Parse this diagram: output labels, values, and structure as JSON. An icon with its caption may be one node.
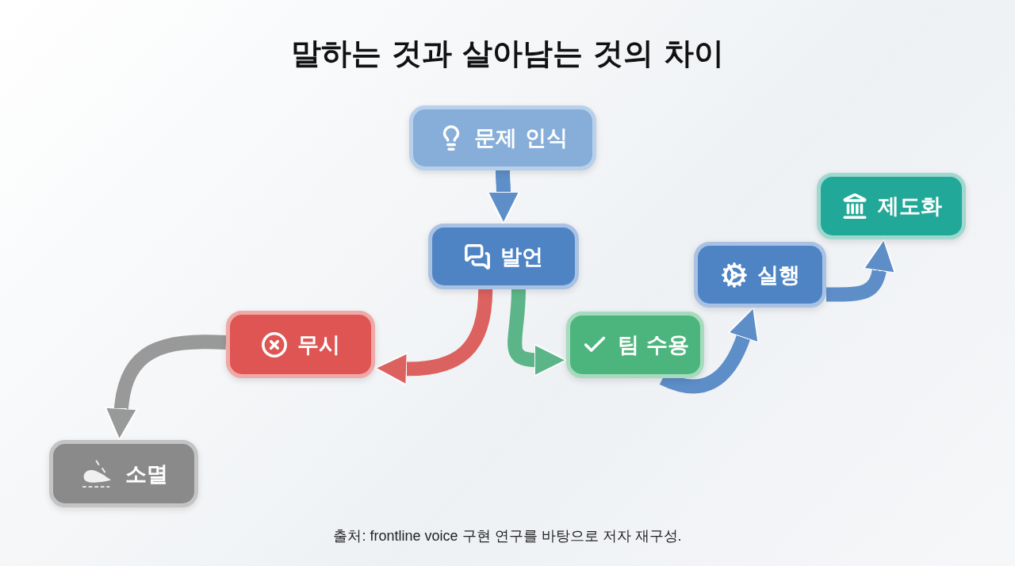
{
  "diagram": {
    "title": "말하는 것과 살아남는 것의 차이",
    "caption": "출처: frontline voice 구현 연구를 바탕으로 저자 재구성.",
    "nodes": [
      {
        "text": [
          "문제 인식"
        ]
      },
      {
        "text": [
          "발언"
        ]
      },
      {
        "text": [
          "무시"
        ]
      },
      {
        "text": [
          "팀 수용"
        ]
      },
      {
        "text": [
          "실행"
        ]
      },
      {
        "text": [
          "제도화"
        ]
      },
      {
        "text": [
          "소멸"
        ]
      }
    ],
    "edges": [
      {
        "from": 0,
        "to": 1,
        "arrow": "to"
      },
      {
        "from": 1,
        "to": 2,
        "arrow": "to",
        "color": "#d9534f"
      },
      {
        "from": 1,
        "to": 3,
        "arrow": "to",
        "color": "#4caf7d"
      },
      {
        "from": 2,
        "to": 6,
        "arrow": "to",
        "color": "#8f8f8f"
      },
      {
        "from": 3,
        "to": 4,
        "arrow": "to"
      },
      {
        "from": 4,
        "to": 5,
        "arrow": "to"
      }
    ]
  }
}
